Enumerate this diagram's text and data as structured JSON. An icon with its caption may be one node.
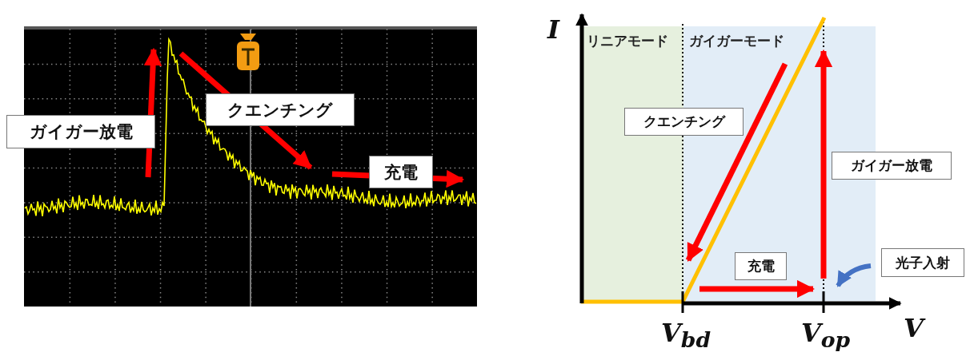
{
  "diagram": {
    "nodes": [
      {
        "text": [
          "ガイガー放電"
        ]
      },
      {
        "text": [
          "クエンチング"
        ]
      },
      {
        "text": [
          "充電"
        ]
      },
      {
        "text": [
          "クエンチング"
        ]
      },
      {
        "text": [
          "ガイガー放電"
        ]
      },
      {
        "text": [
          "充電"
        ]
      },
      {
        "text": [
          "光子入射"
        ]
      }
    ],
    "labels": [
      "I",
      "リニアモード",
      "ガイガーモード",
      "V$_{bd}$",
      "V$_{op}$",
      "V"
    ]
  }
}
